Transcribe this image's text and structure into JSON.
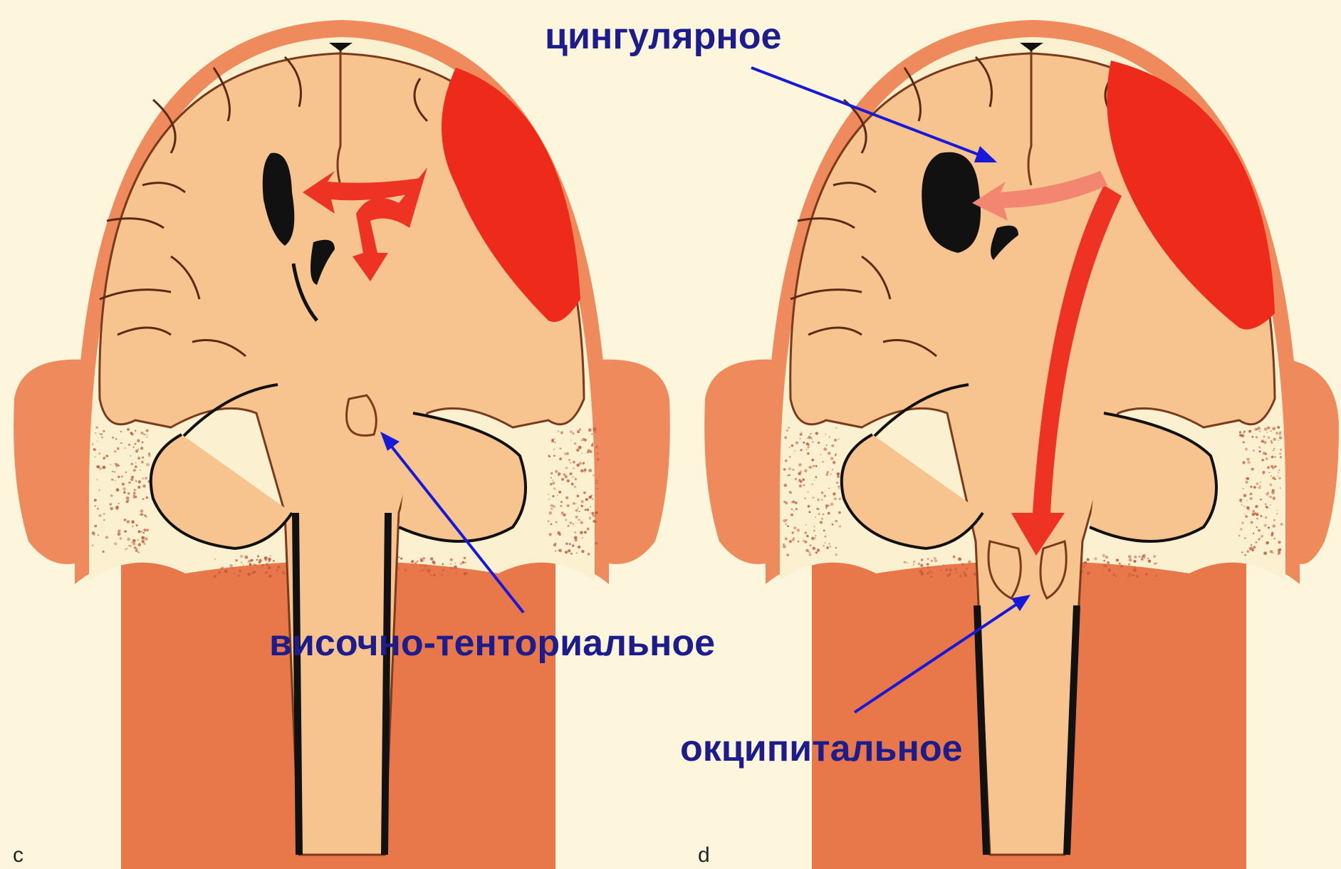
{
  "colors": {
    "background": "#fdf6dc",
    "neck": "#e8774a",
    "skull_outer": "#ef8a5c",
    "bone": "#fbf0cf",
    "bone_speckle": "#c0593b",
    "brain": "#f7c48f",
    "hematoma": "#ee2a1a",
    "ventricle": "#111111",
    "herniation_arrow": "#ee3324",
    "herniation_arrow_light": "#f38670",
    "label": "#1c1c8c",
    "pointer": "#1818d8"
  },
  "panels": [
    {
      "id": "c",
      "letter": "c"
    },
    {
      "id": "d",
      "letter": "d"
    }
  ],
  "labels": {
    "cingulate": "цингулярное",
    "temporal_tentorial": "височно-тенториальное",
    "occipital": "окципитальное"
  }
}
